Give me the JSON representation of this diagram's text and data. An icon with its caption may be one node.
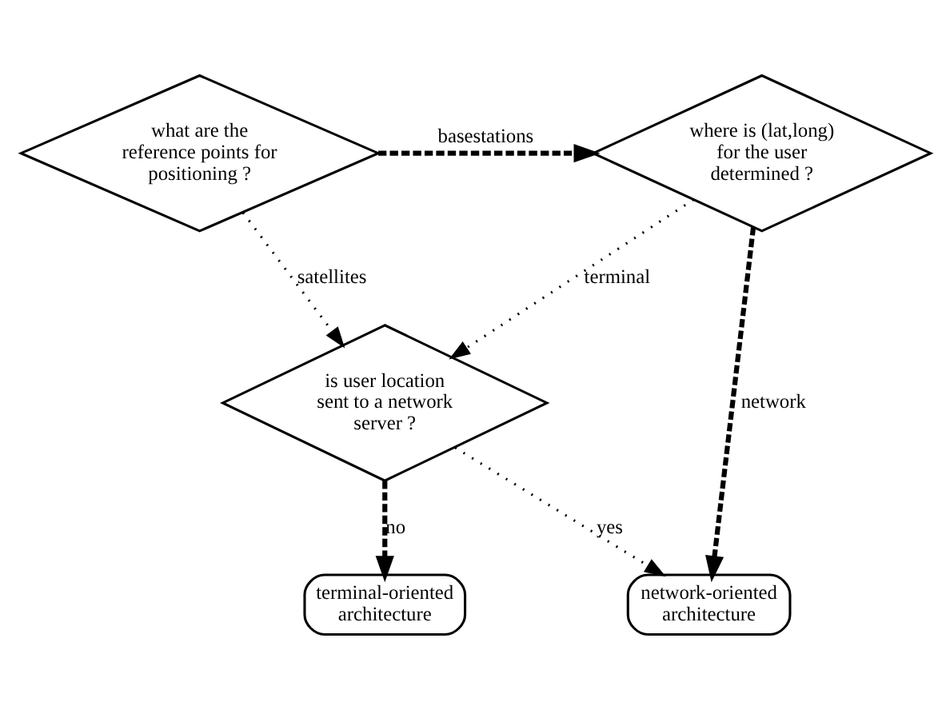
{
  "diagram": {
    "nodes": [
      {
        "text": [
          "what are the reference points for positioning ?"
        ]
      },
      {
        "text": [
          "where is (lat,long) for the user determined ?"
        ]
      },
      {
        "text": [
          "is user location sent to a network server ?"
        ]
      },
      {
        "text": [
          "terminal-oriented architecture"
        ]
      },
      {
        "text": [
          "network-oriented architecture"
        ]
      }
    ],
    "edges": [
      {
        "from": 0,
        "to": 1,
        "arrow": "to",
        "label": "basestations",
        "style": "dashed"
      },
      {
        "from": 0,
        "to": 2,
        "arrow": "to",
        "label": "satellites"
      },
      {
        "from": 1,
        "to": 2,
        "arrow": "to",
        "label": "terminal"
      },
      {
        "from": 1,
        "to": 4,
        "arrow": "to",
        "label": "network",
        "style": "dashed"
      },
      {
        "from": 2,
        "to": 3,
        "arrow": "to",
        "label": "no",
        "style": "dashed"
      },
      {
        "from": 2,
        "to": 4,
        "arrow": "to",
        "label": "yes"
      }
    ]
  }
}
